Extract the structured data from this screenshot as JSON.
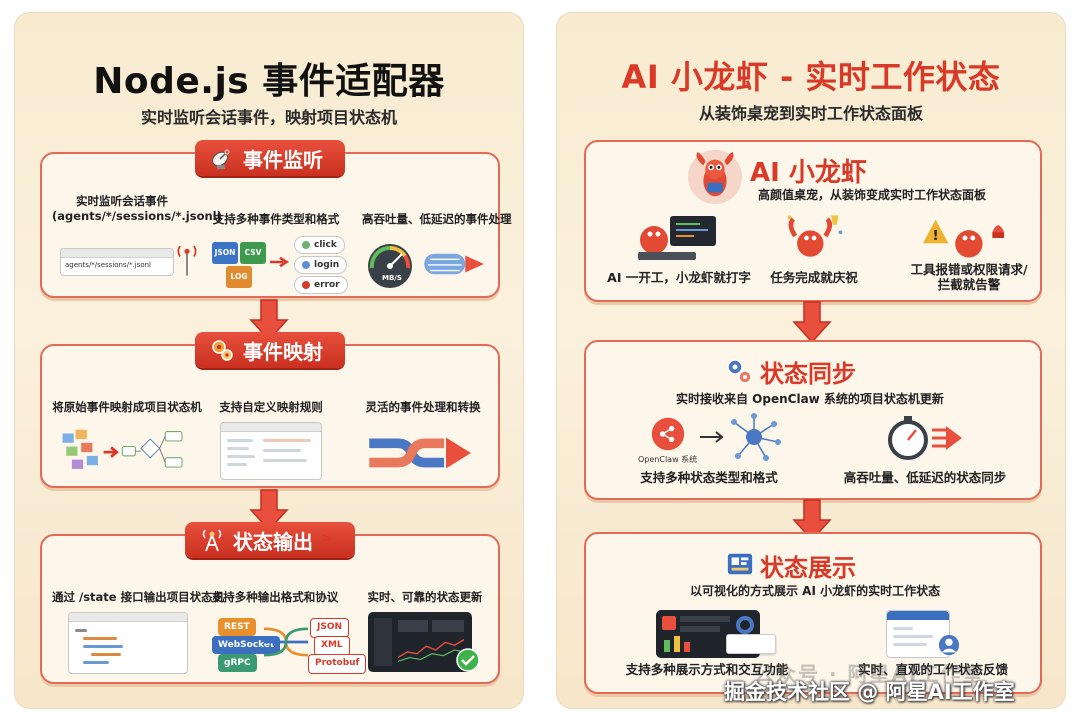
{
  "left": {
    "title": "Node.js 事件适配器",
    "subtitle": "实时监听会话事件，映射项目状态机",
    "sections": [
      {
        "title": "事件监听",
        "items": [
          {
            "caption": "实时监听会话事件\n(agents/*/sessions/*.jsonl)",
            "path_label": "agents/*/sessions/*.jsonl"
          },
          {
            "caption": "支持多种事件类型和格式",
            "files": [
              "JSON",
              "CSV",
              "LOG"
            ],
            "events": [
              "click",
              "login",
              "error"
            ]
          },
          {
            "caption": "高吞吐量、低延迟的事件处理",
            "gauge_label": "MB/S"
          }
        ]
      },
      {
        "title": "事件映射",
        "items": [
          {
            "caption": "将原始事件映射成项目状态机"
          },
          {
            "caption": "支持自定义映射规则"
          },
          {
            "caption": "灵活的事件处理和转换"
          }
        ]
      },
      {
        "title": "状态输出",
        "items": [
          {
            "caption": "通过 /state 接口输出项目状态机"
          },
          {
            "caption": "支持多种输出格式和协议",
            "protocols": [
              "REST",
              "WebSocket",
              "gRPC"
            ],
            "formats": [
              "JSON",
              "XML",
              "Protobuf"
            ]
          },
          {
            "caption": "实时、可靠的状态更新"
          }
        ]
      }
    ]
  },
  "right": {
    "title": "AI 小龙虾 - 实时工作状态",
    "subtitle": "从装饰桌宠到实时工作状态面板",
    "sections": [
      {
        "title": "AI 小龙虾",
        "desc": "高颜值桌宠，从装饰变成实时工作状态面板",
        "items": [
          {
            "caption": "AI 一开工，小龙虾就打字"
          },
          {
            "caption": "任务完成就庆祝"
          },
          {
            "caption": "工具报错或权限请求/\n拦截就告警"
          }
        ]
      },
      {
        "title": "状态同步",
        "desc": "实时接收来自 OpenClaw 系统的项目状态机更新",
        "items": [
          {
            "caption": "支持多种状态类型和格式",
            "logo_label": "OpenClaw 系统"
          },
          {
            "caption": "高吞吐量、低延迟的状态同步"
          }
        ]
      },
      {
        "title": "状态展示",
        "desc": "以可视化的方式展示 AI 小龙虾的实时工作状态",
        "items": [
          {
            "caption": "支持多种展示方式和交互功能"
          },
          {
            "caption": "实时、直观的工作状态反馈"
          }
        ]
      }
    ]
  },
  "watermark": "公众号 · 阿星AI工作室",
  "credit": "掘金技术社区 @ 阿星AI工作室",
  "colors": {
    "accent": "#d93a28",
    "banner": "#e8503d",
    "card_border": "#e36a56",
    "bg": "#f8ebd0"
  },
  "icons": [
    "satellite-dish-icon",
    "gears-icon",
    "antenna-icon",
    "lobster-icon",
    "gears-icon",
    "dashboard-icon",
    "arrow-down-icon"
  ]
}
